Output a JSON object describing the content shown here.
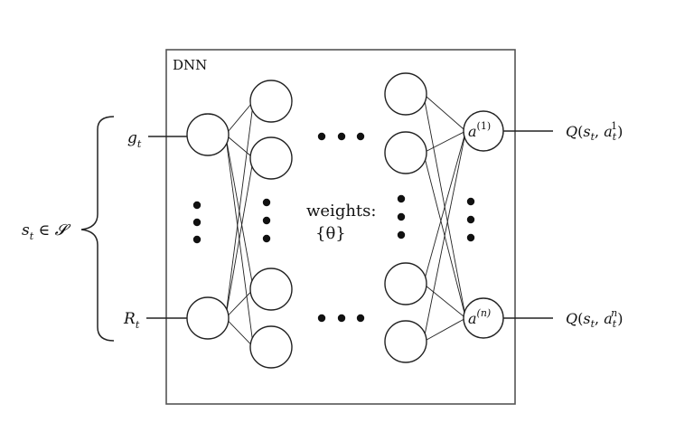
{
  "box_label": "DNN",
  "state_label": {
    "base": "s",
    "sub": "t",
    "rel": " ∈ ",
    "set": "𝓢"
  },
  "inputs": [
    {
      "base": "g",
      "sub": "t"
    },
    {
      "base": "R",
      "sub": "t"
    }
  ],
  "weights_label": {
    "line1": "weights:",
    "line2": "{θ}"
  },
  "output_nodes": [
    {
      "base": "a",
      "sup": "(1)"
    },
    {
      "base": "a",
      "sup": "(n)"
    }
  ],
  "outputs": [
    {
      "fn": "Q",
      "open": "(",
      "s": "s",
      "s_sub": "t",
      "sep": ", ",
      "a": "a",
      "a_sub": "t",
      "a_sup": "1",
      "close": ")"
    },
    {
      "fn": "Q",
      "open": "(",
      "s": "s",
      "s_sub": "t",
      "sep": ", ",
      "a": "a",
      "a_sub": "t",
      "a_sup": "n",
      "close": ")"
    }
  ],
  "colors": {
    "line": "#222222",
    "dot": "#111111",
    "background": "#ffffff"
  }
}
